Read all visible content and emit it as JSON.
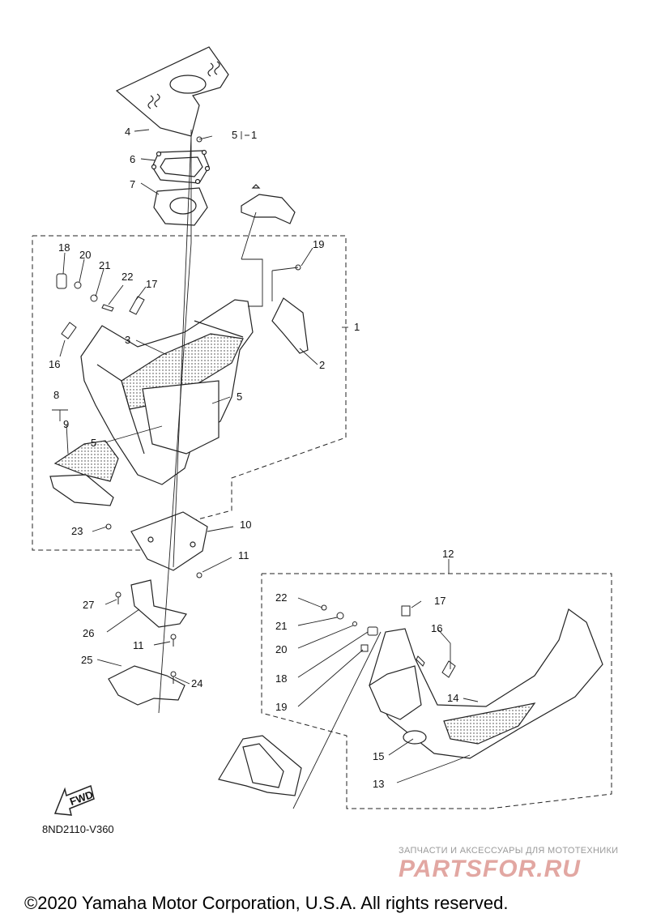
{
  "callouts": {
    "c4": "4",
    "c5a": "5",
    "c1a": "1",
    "c6": "6",
    "c7": "7",
    "c18a": "18",
    "c20a": "20",
    "c21a": "21",
    "c22a": "22",
    "c17a": "17",
    "c19a": "19",
    "c1b": "1",
    "c3": "3",
    "c2": "2",
    "c16a": "16",
    "c5b": "5",
    "c8": "8",
    "c9": "9",
    "c5c": "5",
    "c23": "23",
    "c10": "10",
    "c11a": "11",
    "c27": "27",
    "c26": "26",
    "c11b": "11",
    "c25": "25",
    "c24": "24",
    "c12": "12",
    "c22b": "22",
    "c17b": "17",
    "c21b": "21",
    "c16b": "16",
    "c20b": "20",
    "c18b": "18",
    "c19b": "19",
    "c14": "14",
    "c15": "15",
    "c13": "13"
  },
  "fwd_label": "FWD",
  "diagram_code": "8ND2110-V360",
  "watermark": {
    "tagline": "ЗАПЧАСТИ И АКСЕССУАРЫ ДЛЯ МОТОТЕХНИКИ",
    "logo": "PARTSFOR.RU"
  },
  "copyright": "©2020 Yamaha Motor Corporation, U.S.A. All rights reserved.",
  "colors": {
    "line": "#222222",
    "watermark_logo": "#e2a7a2",
    "watermark_text": "#9a9a9a"
  }
}
